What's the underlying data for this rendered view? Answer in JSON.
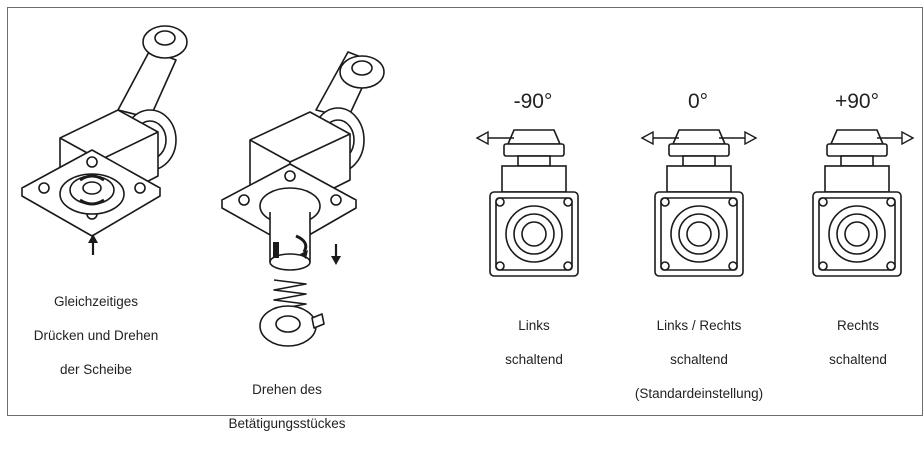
{
  "colors": {
    "line": "#1a1a1a",
    "fill": "#ffffff",
    "frame": "#6d6d6d",
    "text": "#222222"
  },
  "step1": {
    "caption_l1": "Gleichzeitiges",
    "caption_l2": "Drücken und Drehen",
    "caption_l3": "der Scheibe"
  },
  "step2": {
    "caption_l1": "Drehen des",
    "caption_l2": "Betätigungsstückes"
  },
  "positions": [
    {
      "angle": "-90°",
      "caption_l1": "Links",
      "caption_l2": "schaltend",
      "caption_l3": ""
    },
    {
      "angle": "0°",
      "caption_l1": "Links / Rechts",
      "caption_l2": "schaltend",
      "caption_l3": "(Standardeinstellung)"
    },
    {
      "angle": "+90°",
      "caption_l1": "Rechts",
      "caption_l2": "schaltend",
      "caption_l3": ""
    }
  ],
  "icons": [
    "up-arrow-icon",
    "down-arrow-icon",
    "rotate-arrow-icon",
    "left-arrow-icon",
    "right-arrow-icon"
  ]
}
